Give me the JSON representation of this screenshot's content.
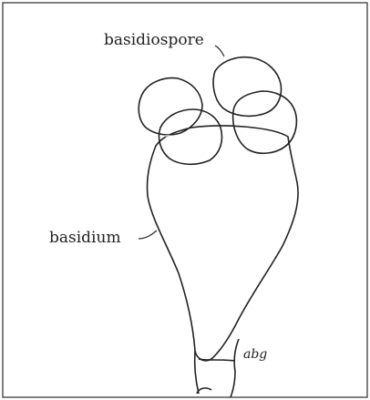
{
  "labels": {
    "basidiospore": "basidiospore",
    "basidium": "basidium"
  },
  "signature": "abg",
  "colors": {
    "frame": "#3a3a3a",
    "ink": "#222222",
    "background": "#ffffff"
  }
}
